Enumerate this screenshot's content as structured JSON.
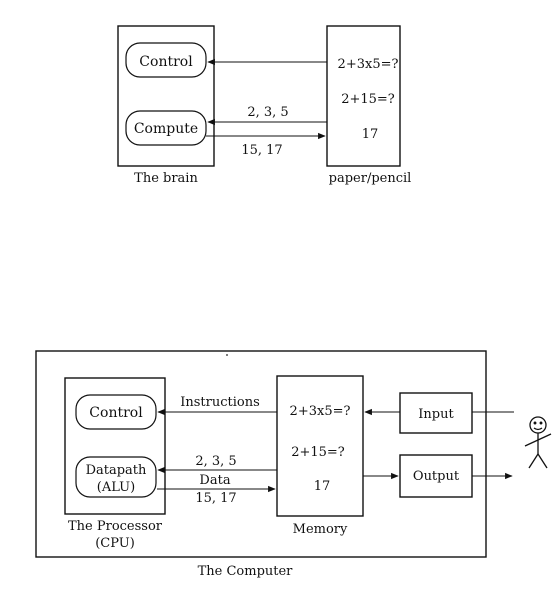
{
  "top": {
    "control": "Control",
    "compute": "Compute",
    "paper_lines": [
      "2+3x5=?",
      "2+15=?",
      "17"
    ],
    "arrow_in": "2, 3, 5",
    "arrow_out": "15, 17",
    "brain_caption": "The brain",
    "paper_caption": "paper/pencil"
  },
  "bottom": {
    "control": "Control",
    "datapath_line1": "Datapath",
    "datapath_line2": "(ALU)",
    "instructions": "Instructions",
    "data_in": "2, 3, 5",
    "data_label": "Data",
    "data_out": "15, 17",
    "memory_lines": [
      "2+3x5=?",
      "2+15=?",
      "17"
    ],
    "memory_caption": "Memory",
    "processor_caption_1": "The Processor",
    "processor_caption_2": "(CPU)",
    "input": "Input",
    "output": "Output",
    "computer_caption": "The Computer"
  }
}
